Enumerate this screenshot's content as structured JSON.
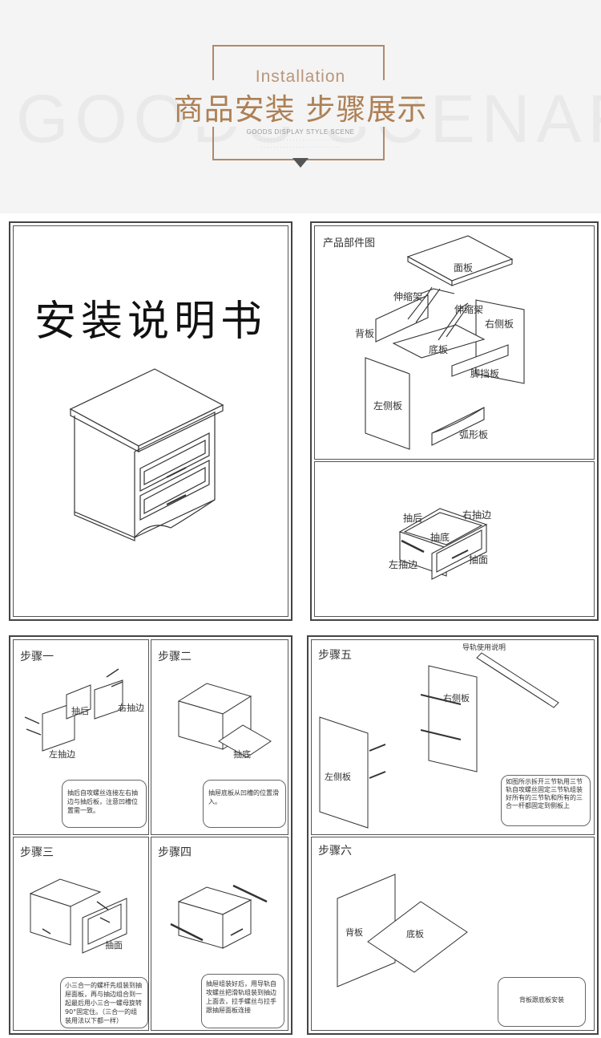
{
  "header": {
    "watermark": "GOODS SCENARIO",
    "en_title": "Installation",
    "cn_title": "商品安装 步骤展示",
    "subtitle": "GOODS DISPLAY STYLE SCENE"
  },
  "manual": {
    "title": "安装说明书"
  },
  "parts": {
    "title": "产品部件图",
    "labels": [
      "面板",
      "伸缩架",
      "伸缩架",
      "背板",
      "右侧板",
      "底板",
      "脚挡板",
      "左侧板",
      "弧形板"
    ],
    "drawer_labels": [
      "抽后",
      "右抽边",
      "抽底",
      "左抽边",
      "抽面"
    ]
  },
  "steps": [
    {
      "title": "步骤一",
      "labels": [
        "抽后",
        "右抽边",
        "左抽边"
      ],
      "note": "抽后自攻螺丝连接左右抽边与抽后板，注意凹槽位置需一致。"
    },
    {
      "title": "步骤二",
      "labels": [
        "抽底"
      ],
      "note": "抽屉底板从凹槽的位置滑入。"
    },
    {
      "title": "步骤三",
      "labels": [
        "抽面"
      ],
      "note": "小三合一的螺杆先组装到抽屉面板，再与抽边组合到一起最后用小三合一螺母旋转90°固定住。（三合一的组装用法以下都一样）"
    },
    {
      "title": "步骤四",
      "labels": [],
      "note": "抽屉组装好后，用导轨自攻螺丝把滑轨组装到抽边上面去，拉手螺丝与拉手跟抽屉面板连接"
    },
    {
      "title": "步骤五",
      "labels": [
        "右侧板",
        "左侧板"
      ],
      "rail_title": "导轨使用说明",
      "note": "如图所示拆开三节轨用三节轨自攻螺丝固定三节轨组装好所有的三节轨和所有的三合一杆都固定到侧板上"
    },
    {
      "title": "步骤六",
      "labels": [
        "背板",
        "底板"
      ],
      "note": "背板跟底板安装"
    }
  ]
}
